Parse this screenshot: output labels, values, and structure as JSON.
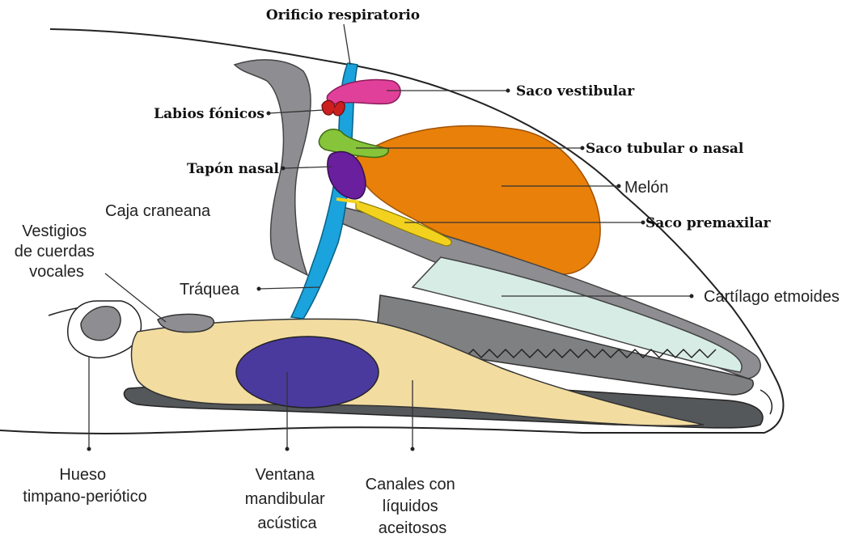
{
  "labels": {
    "orificio": "Orificio respiratorio",
    "saco_vestibular": "Saco vestibular",
    "labios": "Labios fónicos",
    "saco_tubular": "Saco tubular o nasal",
    "tapon": "Tapón nasal",
    "melon": "Melón",
    "caja": "Caja craneana",
    "saco_premaxilar": "Saco premaxilar",
    "vestigios": [
      "Vestigios",
      "de cuerdas",
      "vocales"
    ],
    "traquea": "Tráquea",
    "cartilago": "Cartílago etmoides",
    "hueso": [
      "Hueso",
      "timpano-periótico"
    ],
    "ventana": [
      "Ventana",
      "mandibular",
      "acústica"
    ],
    "canales": [
      "Canales con",
      "líquidos",
      "aceitosos"
    ]
  },
  "colors": {
    "melon": "#e8800a",
    "saco_vestibular": "#e0409a",
    "labios": "#cc1f1f",
    "saco_tubular": "#86c43a",
    "tapon": "#6a1f9e",
    "traquea": "#1aa3dc",
    "saco_premaxilar": "#f2d21e",
    "bone": "#f2dca0",
    "cartilago": "#d8ece6",
    "gray": "#8e8e92",
    "dark_gray": "#55585a",
    "ventana": "#4a3a9e"
  }
}
